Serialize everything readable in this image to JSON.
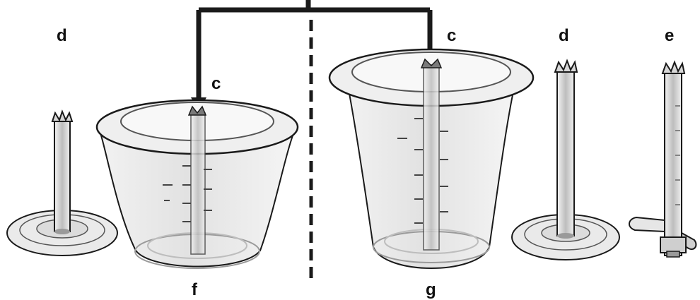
{
  "labels": {
    "d_left": "d",
    "f": "f",
    "c_left": "c",
    "c_right": "c",
    "g": "g",
    "d_right": "d",
    "e": "e"
  },
  "colors": {
    "outline": "#1a1a1a",
    "body": "#ececec",
    "shade": "#c9c9c9",
    "dark": "#8a8a8a",
    "background": "#ffffff"
  }
}
